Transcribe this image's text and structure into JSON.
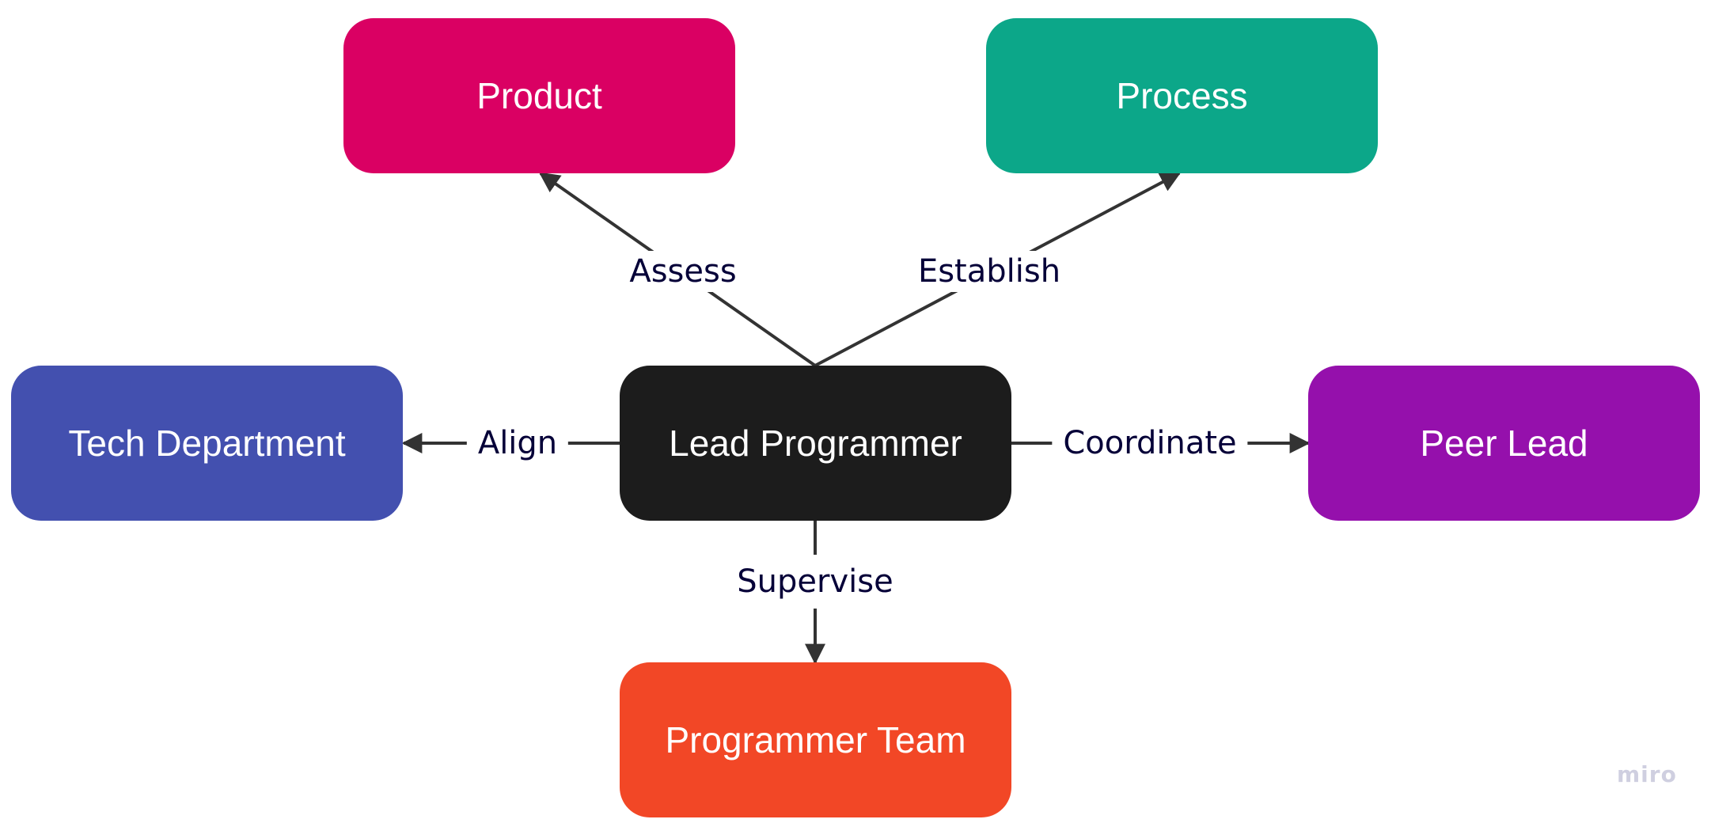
{
  "diagram": {
    "nodes": [
      {
        "id": "product",
        "label": "Product",
        "color": "#DA0063"
      },
      {
        "id": "process",
        "label": "Process",
        "color": "#0CA789"
      },
      {
        "id": "tech",
        "label": "Tech Department",
        "color": "#4350AF"
      },
      {
        "id": "lead",
        "label": "Lead Programmer",
        "color": "#1C1C1C"
      },
      {
        "id": "peer",
        "label": "Peer Lead",
        "color": "#9510AC"
      },
      {
        "id": "team",
        "label": "Programmer Team",
        "color": "#F24726"
      }
    ],
    "edges": [
      {
        "from": "lead",
        "to": "product",
        "label": "Assess"
      },
      {
        "from": "lead",
        "to": "process",
        "label": "Establish"
      },
      {
        "from": "lead",
        "to": "tech",
        "label": "Align"
      },
      {
        "from": "lead",
        "to": "peer",
        "label": "Coordinate"
      },
      {
        "from": "lead",
        "to": "team",
        "label": "Supervise"
      }
    ],
    "edge_color": "#333333",
    "label_color": "#050038"
  },
  "watermark": {
    "text": "miro",
    "color": "#CFCFE0"
  }
}
